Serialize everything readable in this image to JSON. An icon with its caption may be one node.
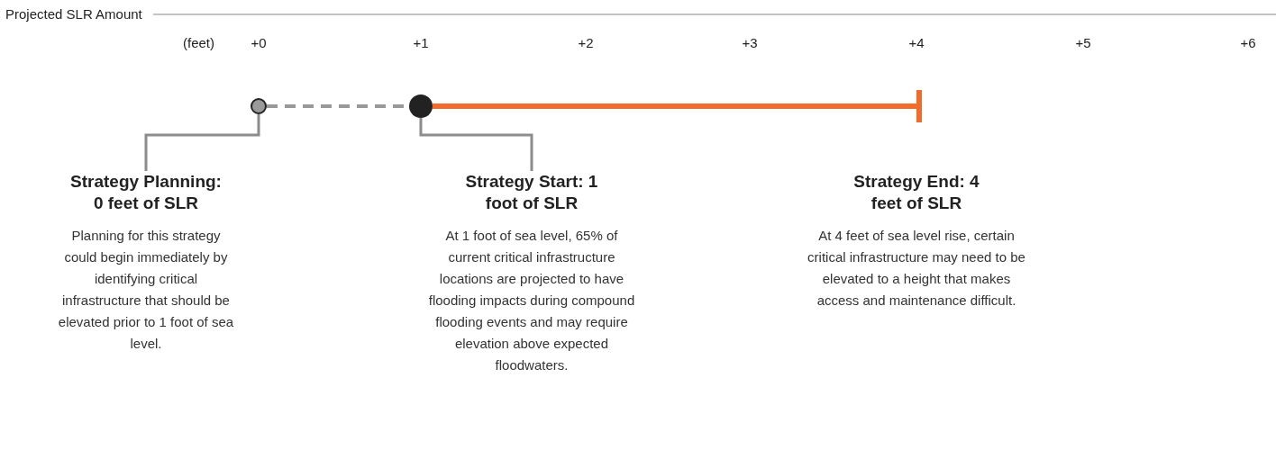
{
  "diagram": {
    "nodes": [
      {
        "text": [],
        "shape": "circle"
      },
      {
        "text": [],
        "shape": "circle"
      },
      {
        "text": [],
        "shape": "bar"
      },
      {
        "text": [
          "Strategy Planning: 0 feet of SLR",
          "Planning for this strategy could begin immediately by identifying critical infrastructure that should be elevated prior to 1 foot of sea level."
        ]
      },
      {
        "text": [
          "Strategy Start: 1 foot of SLR",
          "At 1 foot of sea level, 65% of current critical infrastructure locations are projected to have flooding impacts during compound flooding events and may require elevation above expected floodwaters."
        ]
      },
      {
        "text": [
          "Strategy End: 4 feet of SLR",
          "At 4 feet of sea level rise, certain critical infrastructure may need to be elevated to a height that makes access and maintenance difficult."
        ]
      }
    ],
    "edges": [
      {
        "from": 0,
        "to": 1,
        "arrow": "none",
        "style": "dashed"
      },
      {
        "from": 1,
        "to": 2,
        "arrow": "none",
        "style": "thick",
        "color": "#f26b2a"
      },
      {
        "from": 3,
        "to": 0,
        "arrow": "none"
      },
      {
        "from": 4,
        "to": 1,
        "arrow": "none"
      }
    ],
    "labels": [
      "Projected SLR Amount",
      "(feet)",
      "+0",
      "+1",
      "+2",
      "+3",
      "+4",
      "+5",
      "+6"
    ]
  }
}
